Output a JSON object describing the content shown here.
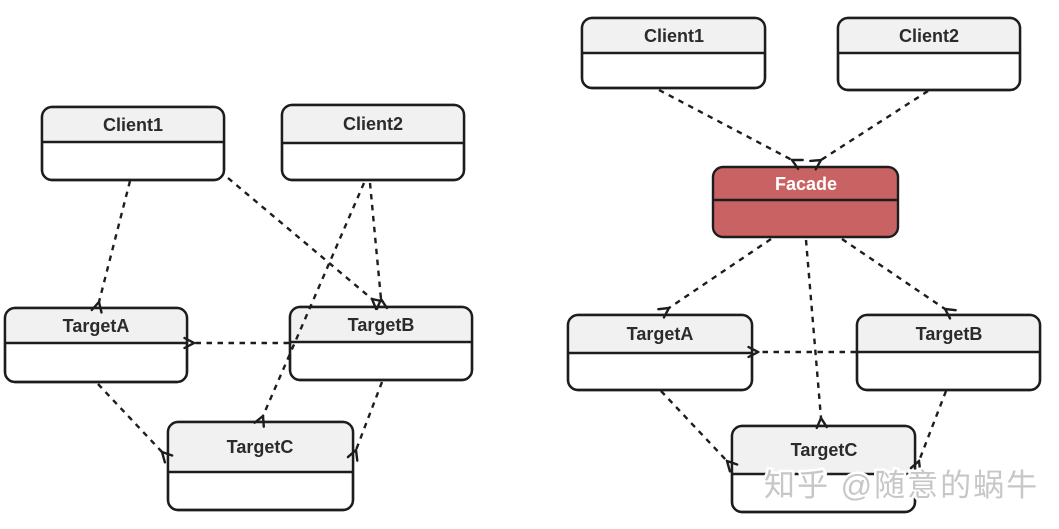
{
  "colors": {
    "node_header_fill": "#f1f1f1",
    "node_body_fill": "#ffffff",
    "border": "#1d1d1d",
    "facade_fill": "#c96262",
    "facade_text": "#ffffff",
    "label_text": "#2b2b2b",
    "watermark_text": "#c7c7c7"
  },
  "left_diagram": {
    "nodes": {
      "client1": {
        "label": "Client1"
      },
      "client2": {
        "label": "Client2"
      },
      "targetA": {
        "label": "TargetA"
      },
      "targetB": {
        "label": "TargetB"
      },
      "targetC": {
        "label": "TargetC"
      }
    },
    "edges": [
      {
        "from": "Client1",
        "to": "TargetA",
        "style": "dashed-arrow"
      },
      {
        "from": "Client1",
        "to": "TargetB",
        "style": "dashed-arrow"
      },
      {
        "from": "Client2",
        "to": "TargetB",
        "style": "dashed-arrow"
      },
      {
        "from": "Client2",
        "to": "TargetC",
        "style": "dashed-arrow"
      },
      {
        "from": "TargetB",
        "to": "TargetA",
        "style": "dashed-arrow"
      },
      {
        "from": "TargetA",
        "to": "TargetC",
        "style": "dashed-arrow"
      },
      {
        "from": "TargetB",
        "to": "TargetC",
        "style": "dashed-arrow"
      }
    ]
  },
  "right_diagram": {
    "nodes": {
      "client1": {
        "label": "Client1"
      },
      "client2": {
        "label": "Client2"
      },
      "facade": {
        "label": "Facade"
      },
      "targetA": {
        "label": "TargetA"
      },
      "targetB": {
        "label": "TargetB"
      },
      "targetC": {
        "label": "TargetC"
      }
    },
    "edges": [
      {
        "from": "Client1",
        "to": "Facade",
        "style": "dashed-arrow"
      },
      {
        "from": "Client2",
        "to": "Facade",
        "style": "dashed-arrow"
      },
      {
        "from": "Facade",
        "to": "TargetA",
        "style": "dashed-arrow"
      },
      {
        "from": "Facade",
        "to": "TargetC",
        "style": "dashed-arrow"
      },
      {
        "from": "Facade",
        "to": "TargetB",
        "style": "dashed-arrow"
      },
      {
        "from": "TargetB",
        "to": "TargetA",
        "style": "dashed-arrow"
      },
      {
        "from": "TargetA",
        "to": "TargetC",
        "style": "dashed-arrow"
      },
      {
        "from": "TargetB",
        "to": "TargetC",
        "style": "dashed-arrow"
      }
    ]
  },
  "watermark": {
    "text": "知乎 @随意的蜗牛"
  }
}
